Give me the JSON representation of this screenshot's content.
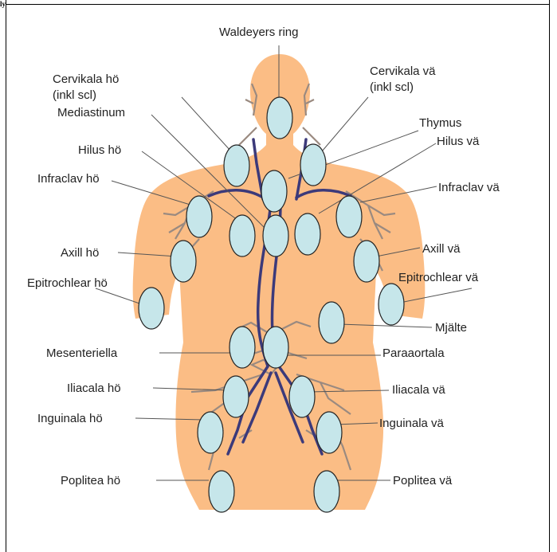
{
  "caption_fragment": "ly",
  "labels": {
    "waldeyers_ring": "Waldeyers ring",
    "cervikala_ho_1": "Cervikala hö",
    "cervikala_ho_2": "(inkl scl)",
    "cervikala_va_1": "Cervikala vä",
    "cervikala_va_2": "(inkl scl)",
    "mediastinum": "Mediastinum",
    "thymus": "Thymus",
    "hilus_ho": "Hilus hö",
    "hilus_va": "Hilus vä",
    "infraclav_ho": "Infraclav hö",
    "infraclav_va": "Infraclav vä",
    "axill_ho": "Axill hö",
    "axill_va": "Axill vä",
    "epitrochlear_ho": "Epitrochlear hö",
    "epitrochlear_va": "Epitrochlear vä",
    "mjalte": "Mjälte",
    "mesenteriella": "Mesenteriella",
    "paraaortala": "Paraaortala",
    "iliacala_ho": "Iliacala hö",
    "iliacala_va": "Iliacala vä",
    "inguinala_ho": "Inguinala hö",
    "inguinala_va": "Inguinala vä",
    "poplitea_ho": "Poplitea hö",
    "poplitea_va": "Poplitea vä"
  },
  "colors": {
    "body": "#fbbd85",
    "node_fill": "#c6e6ea",
    "node_stroke": "#232323",
    "vessel": "#3c3a7a",
    "lymph_branch": "#9a8a80",
    "leader": "#555555"
  }
}
